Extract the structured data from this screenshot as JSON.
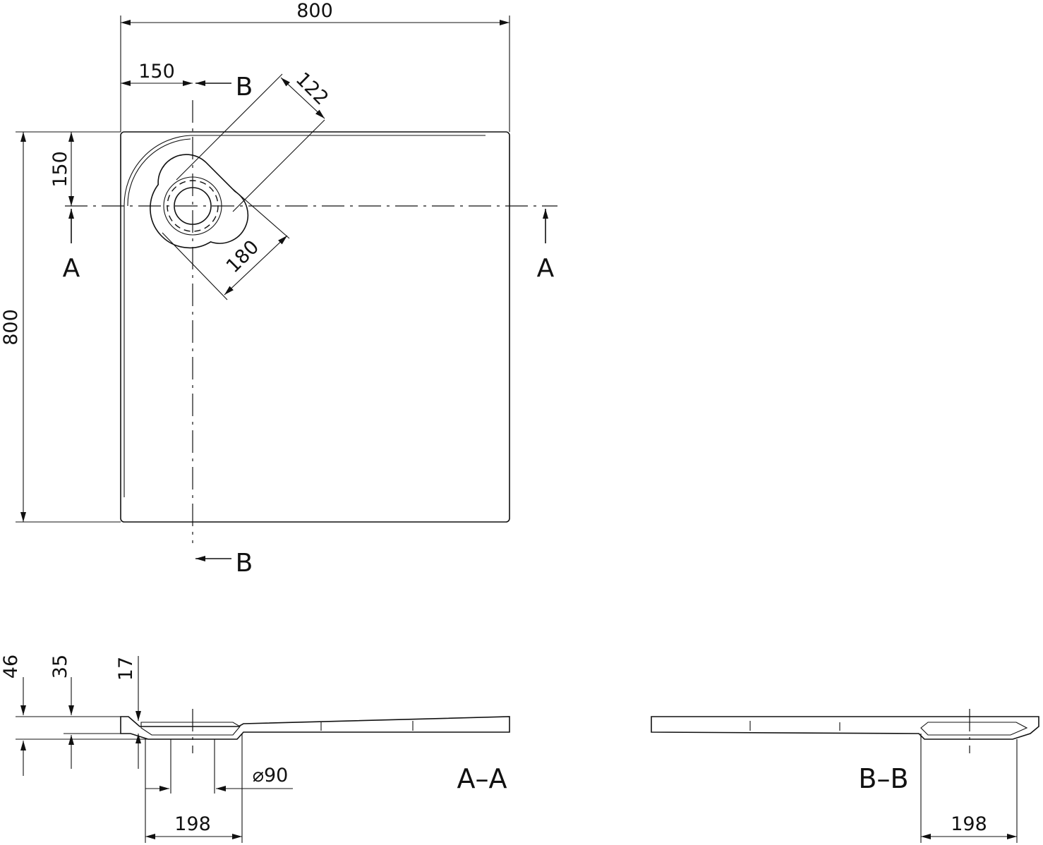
{
  "plan": {
    "width_dim": "800",
    "height_dim": "800",
    "offset_x_dim": "150",
    "offset_y_dim": "150",
    "drain_width_dim": "122",
    "drain_length_dim": "180",
    "section_mark_a": "A",
    "section_mark_b": "B"
  },
  "section_aa": {
    "title": "A–A",
    "height_46": "46",
    "height_35": "35",
    "height_17": "17",
    "diameter": "⌀90",
    "dist_198": "198"
  },
  "section_bb": {
    "title": "B–B",
    "dist_198": "198"
  }
}
